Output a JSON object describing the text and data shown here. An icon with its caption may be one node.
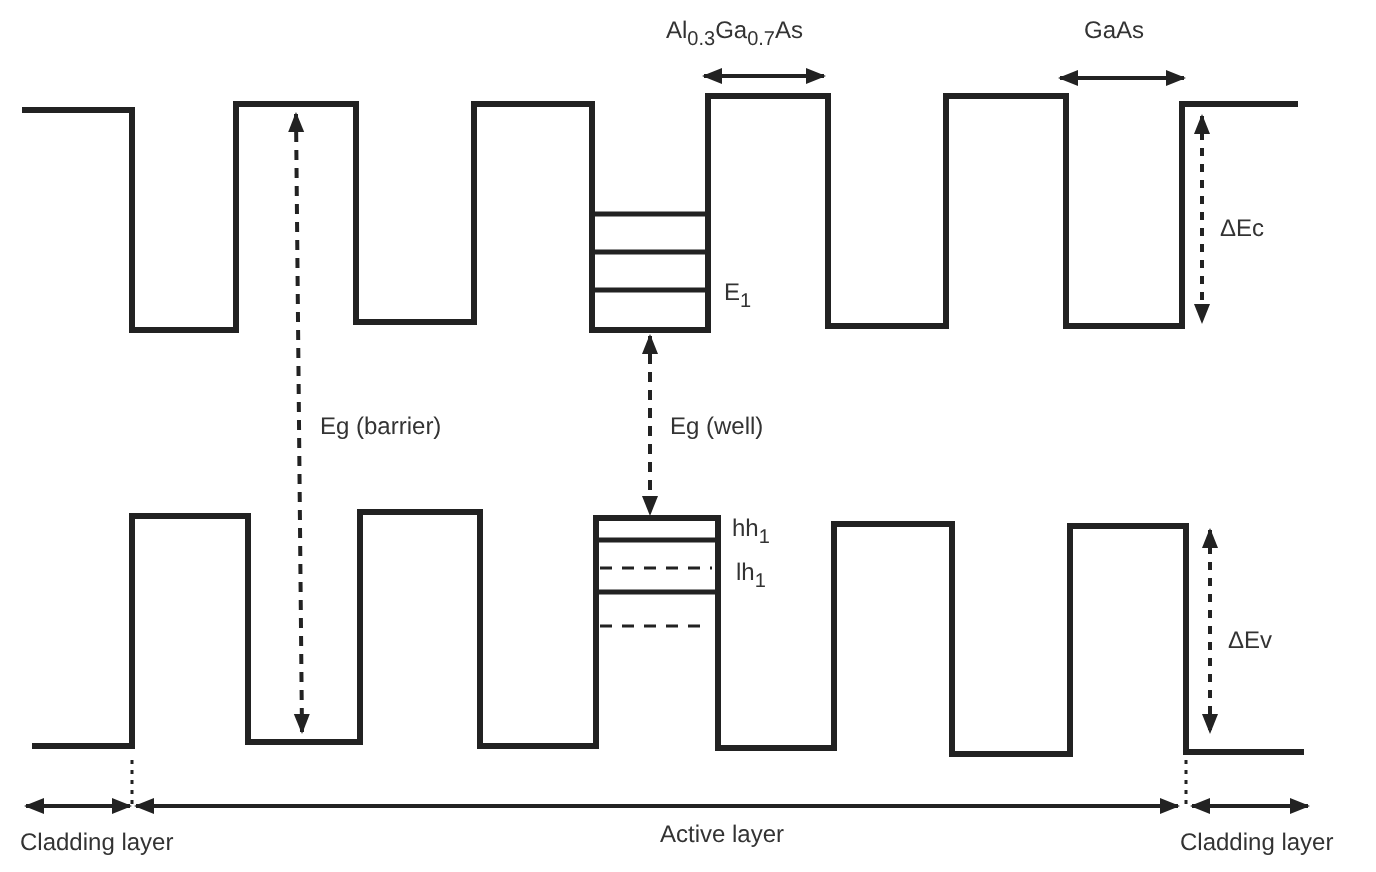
{
  "diagram": {
    "labels": [
      "Al$_{0.3}$Ga$_{0.7}$As",
      "GaAs",
      "ΔEc",
      "E$_{1}$",
      "Eg (barrier)",
      "Eg (well)",
      "hh$_{1}$",
      "lh$_{1}$",
      "ΔEv",
      "Cladding layer",
      "Active layer",
      "Cladding layer"
    ]
  }
}
